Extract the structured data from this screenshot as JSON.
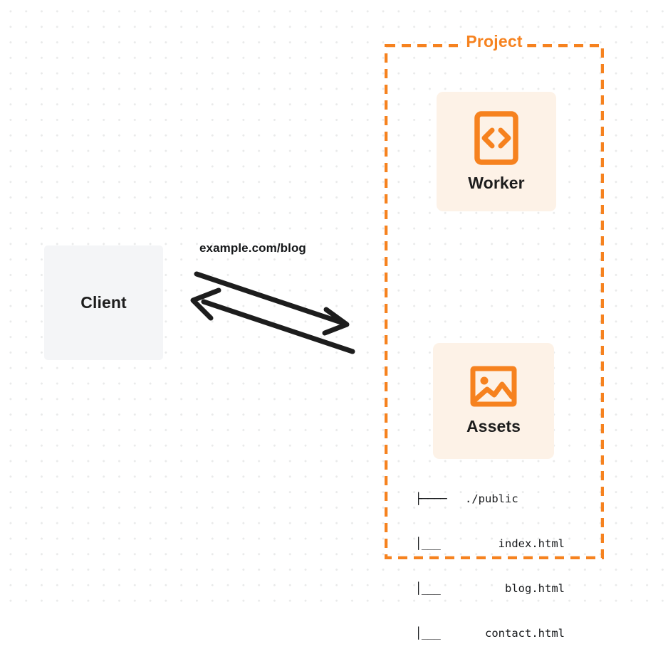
{
  "diagram": {
    "title_visible": false,
    "background": {
      "style": "dot-grid",
      "page_color": "#ffffff",
      "dot_color": "#e9eaea"
    },
    "colors": {
      "accent_orange": "#f6821f",
      "card_fill": "#fdf2e7",
      "client_fill": "#f4f5f7",
      "text_dark": "#1d1d1d",
      "arrow_stroke": "#1d1d1d"
    },
    "client": {
      "label": "Client"
    },
    "connection": {
      "label": "example.com/blog",
      "request_direction": "client-to-project",
      "response_direction": "project-to-client"
    },
    "project": {
      "title": "Project",
      "border_style": "dashed",
      "services": [
        {
          "id": "worker",
          "label": "Worker",
          "icon": "code-file-icon"
        },
        {
          "id": "assets",
          "label": "Assets",
          "icon": "image-icon"
        }
      ],
      "file_tree": [
        {
          "branch": "├────",
          "name": "./public"
        },
        {
          "branch": "│___",
          "name": "index.html"
        },
        {
          "branch": "│___",
          "name": "blog.html"
        },
        {
          "branch": "│___",
          "name": "contact.html"
        }
      ]
    }
  }
}
